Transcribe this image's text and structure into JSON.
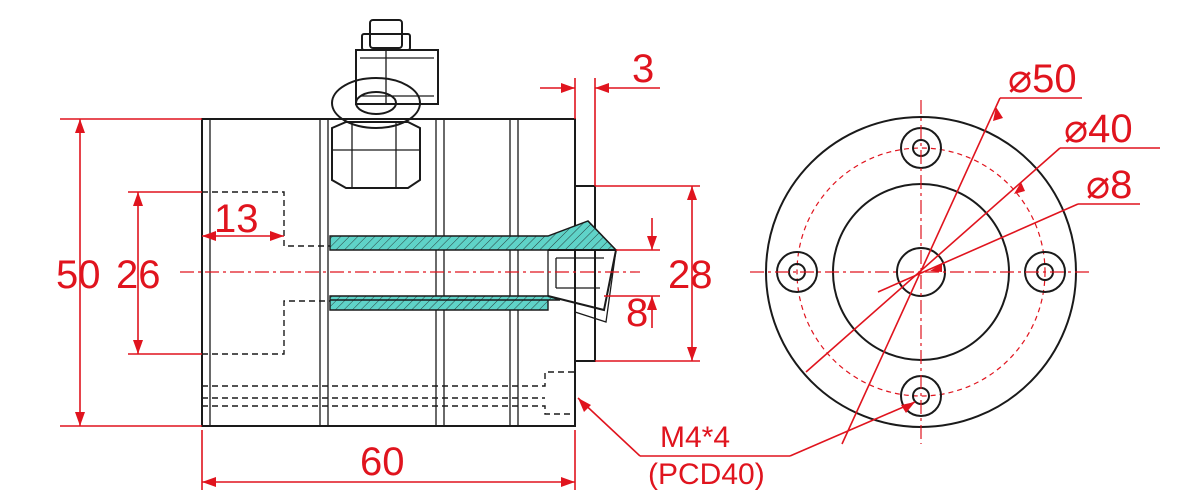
{
  "colors": {
    "dimension": "#e0141e",
    "outline": "#1a1a1a",
    "section_fill": "#5fd3c8",
    "background": "#ffffff"
  },
  "side_view": {
    "dim_overall_width": "60",
    "dim_overall_height": "50",
    "dim_bore_depth": "13",
    "dim_bore_diameter": "26",
    "dim_flange_step": "3",
    "dim_boss_diameter": "28",
    "dim_center_bore": "8"
  },
  "front_view": {
    "dim_outer_diameter": "⌀50",
    "dim_pcd": "⌀40",
    "dim_center_hole": "⌀8",
    "hole_spec": "M4*4",
    "hole_pcd": "(PCD40)"
  }
}
